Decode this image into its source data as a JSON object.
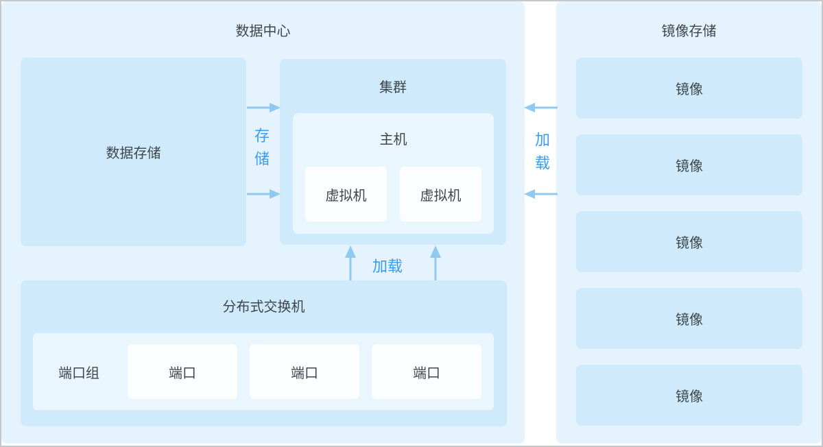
{
  "diagram": {
    "data_center": {
      "title": "数据中心",
      "data_storage": {
        "label": "数据存储"
      },
      "cluster": {
        "title": "集群",
        "host": {
          "title": "主机",
          "vms": [
            "虚拟机",
            "虚拟机"
          ]
        }
      },
      "switch": {
        "title": "分布式交换机",
        "port_group_label": "端口组",
        "ports": [
          "端口",
          "端口",
          "端口"
        ]
      }
    },
    "image_storage": {
      "title": "镜像存储",
      "images": [
        "镜像",
        "镜像",
        "镜像",
        "镜像",
        "镜像"
      ]
    },
    "flows": {
      "storage": "存储",
      "load_side": "加载",
      "load_bottom": "加载"
    },
    "colors": {
      "panel_background": "#e4f3fd",
      "box_medium": "#cfeafb",
      "box_light": "#eaf6fd",
      "box_white": "#fbfdff",
      "arrow": "#90c9f2",
      "flow_text": "#3b9ce9",
      "text": "#3f464b",
      "border": "#c5c8cb"
    }
  }
}
